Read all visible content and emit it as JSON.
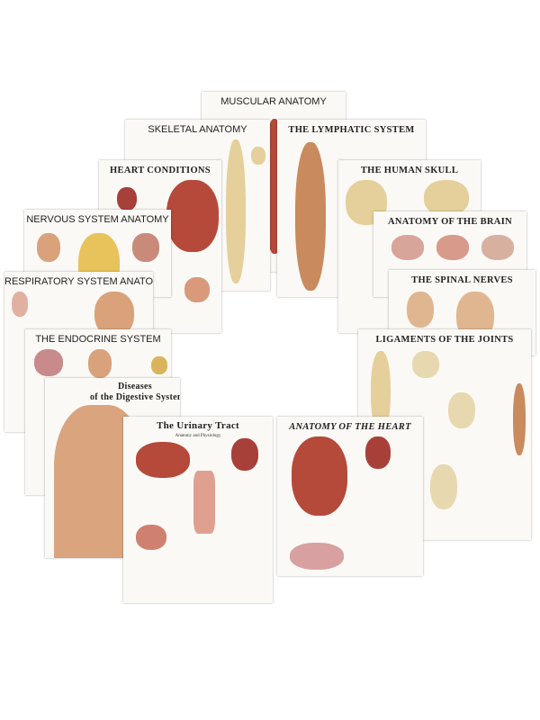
{
  "posters": [
    {
      "title": "MUSCULAR ANATOMY"
    },
    {
      "title": "SKELETAL ANATOMY"
    },
    {
      "title": "THE LYMPHATIC SYSTEM"
    },
    {
      "title": "HEART CONDITIONS"
    },
    {
      "title": "THE HUMAN SKULL"
    },
    {
      "title": "NERVOUS SYSTEM ANATOMY"
    },
    {
      "title": "ANATOMY OF THE BRAIN"
    },
    {
      "title": "RESPIRATORY SYSTEM ANATOMY"
    },
    {
      "title": "THE SPINAL NERVES"
    },
    {
      "title": "THE ENDOCRINE SYSTEM"
    },
    {
      "title": "LIGAMENTS OF THE JOINTS"
    },
    {
      "title": "Diseases",
      "subtitle": "of the Digestive System"
    },
    {
      "title": "The Urinary Tract",
      "subtitle": "Anatomy and Physiology"
    },
    {
      "title": "ANATOMY OF THE HEART"
    }
  ],
  "colors": {
    "flesh": "#c98a5e",
    "muscle": "#b5493a",
    "bone": "#e5cf9a",
    "nerve": "#e8c25a"
  }
}
